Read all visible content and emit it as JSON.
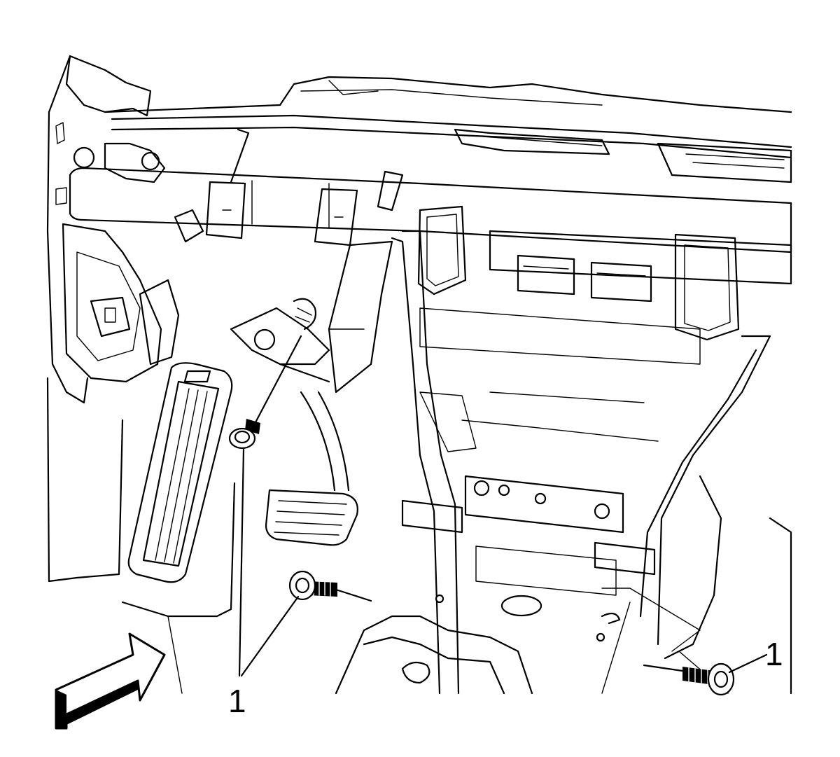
{
  "callouts": [
    {
      "label": "1",
      "target": "brake-pedal-bracket-bolt"
    },
    {
      "label": "1",
      "target": "lower-bracket-bolt"
    },
    {
      "label": "1",
      "target": "right-side-bolt"
    }
  ],
  "view_arrow": {
    "icon": "view-direction-arrow-icon"
  },
  "colors": {
    "line": "#000000",
    "background": "#ffffff"
  }
}
